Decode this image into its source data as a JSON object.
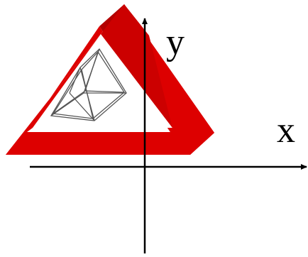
{
  "labels": {
    "y_axis": "y",
    "x_axis": "x"
  },
  "colors": {
    "triangle_face": "#dd0000",
    "triangle_side": "#b30000",
    "triangle_bottom": "#990000",
    "axes": "#000000",
    "wireframe": "#666666",
    "background": "#ffffff"
  },
  "objects": {
    "triangle": "3d-red-triangle",
    "wireframe": "wireframe-cube"
  }
}
